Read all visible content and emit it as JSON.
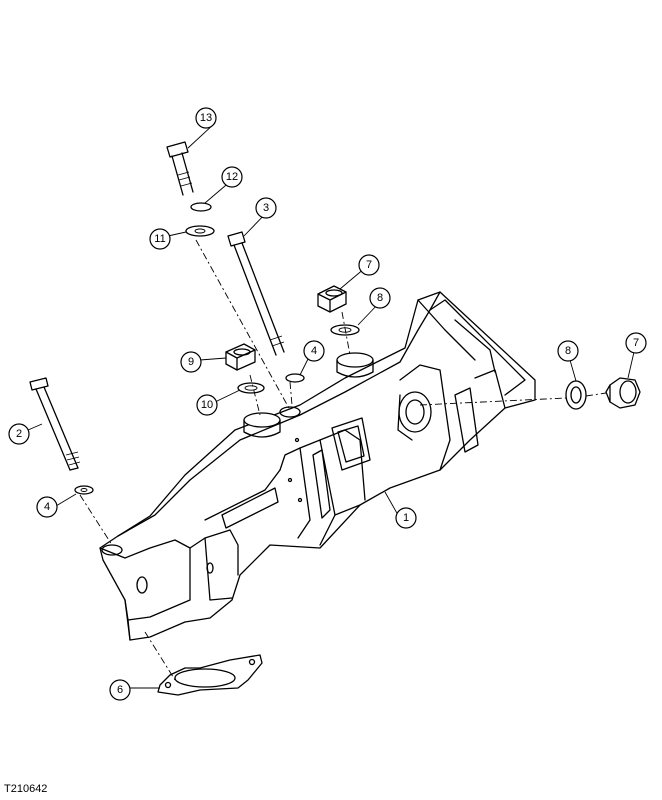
{
  "figure_id": "T210642",
  "callouts": {
    "c1": "1",
    "c2": "2",
    "c3": "3",
    "c4a": "4",
    "c4b": "4",
    "c6": "6",
    "c7a": "7",
    "c7b": "7",
    "c8a": "8",
    "c8b": "8",
    "c9": "9",
    "c10": "10",
    "c11": "11",
    "c12": "12",
    "c13": "13"
  }
}
